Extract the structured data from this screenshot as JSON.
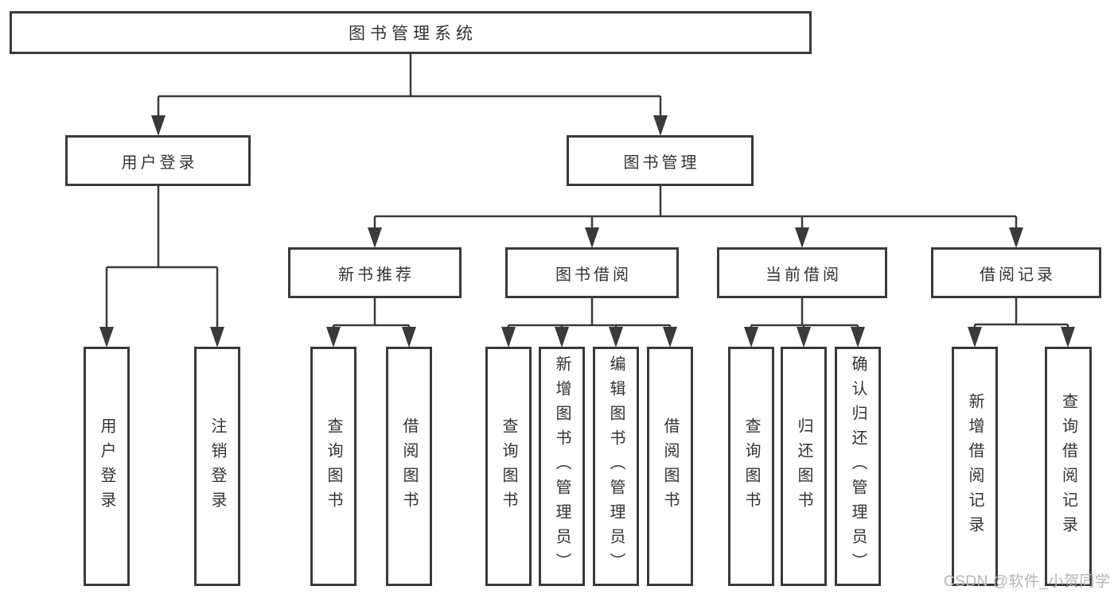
{
  "colors": {
    "line": "#3a3a3a",
    "text": "#333333",
    "bg": "#ffffff",
    "wm": "#b4b4b4"
  },
  "tree": {
    "root": {
      "label": "图书管理系统"
    },
    "branches": [
      {
        "label": "用户登录",
        "children": [
          {
            "label": "用户登录"
          },
          {
            "label": "注销登录"
          }
        ]
      },
      {
        "label": "图书管理",
        "groups": [
          {
            "label": "新书推荐",
            "children": [
              {
                "label": "查询图书"
              },
              {
                "label": "借阅图书"
              }
            ]
          },
          {
            "label": "图书借阅",
            "children": [
              {
                "label": "查询图书"
              },
              {
                "label": "新增图书（管理员）"
              },
              {
                "label": "编辑图书（管理员）"
              },
              {
                "label": "借阅图书"
              }
            ]
          },
          {
            "label": "当前借阅",
            "children": [
              {
                "label": "查询图书"
              },
              {
                "label": "归还图书"
              },
              {
                "label": "确认归还（管理员）"
              }
            ]
          },
          {
            "label": "借阅记录",
            "children": [
              {
                "label": "新增借阅记录"
              },
              {
                "label": "查询借阅记录"
              }
            ]
          }
        ]
      }
    ]
  },
  "watermark": {
    "text": "CSDN @软件_小贺同学"
  }
}
